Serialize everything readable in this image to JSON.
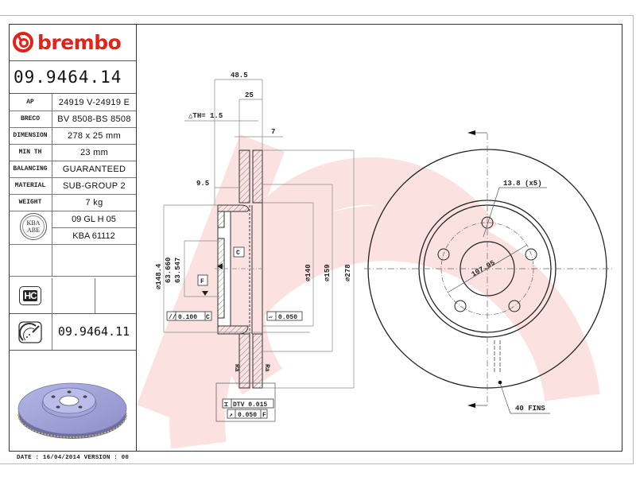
{
  "brand": {
    "name": "brembo",
    "color": "#e2231a"
  },
  "part_number": "09.9464.14",
  "specs": [
    {
      "label": "AP",
      "value": "24919 V-24919 E"
    },
    {
      "label": "BRECO",
      "value": "BV 8508-BS 8508"
    },
    {
      "label": "DIMENSION",
      "value": "278 x 25 mm"
    },
    {
      "label": "MIN TH",
      "value": "23 mm"
    },
    {
      "label": "BALANCING",
      "value": "GUARANTEED"
    },
    {
      "label": "MATERIAL",
      "value": "SUB-GROUP 2"
    },
    {
      "label": "WEIGHT",
      "value": "7 kg"
    }
  ],
  "approval": {
    "badge_top": "KBA",
    "badge_bottom": "ABE",
    "code1": "09 GL H 05",
    "code2": "KBA 61112"
  },
  "hc_badge": "HC",
  "alternative_part": "09.9464.11",
  "footer": "DATE : 16/04/2014 VERSION : 00",
  "drawing": {
    "section_dims": {
      "overall_height": "48.5",
      "thickness": "25",
      "delta_th": "△TH= 1.5",
      "vane": "7",
      "hat_offset": "9.5",
      "dia_hat": "⌀148.4",
      "bore_max": "63.660",
      "bore_min": "63.547",
      "dia_140": "⌀140",
      "dia_159": "⌀159",
      "dia_278": "⌀278",
      "datum_c": "C",
      "datum_f": "F"
    },
    "tolerances": {
      "parallelism": {
        "symbol": "//",
        "value": "0.100",
        "datum": "C"
      },
      "flatness": {
        "symbol": "▱",
        "value": "0.050"
      },
      "dtv": {
        "symbol": "⌶",
        "value": "DTV 0.015"
      },
      "runout": {
        "symbol": "↗",
        "value": "0.050",
        "datum": "F"
      },
      "roughness_left": "Ra",
      "roughness_right": "Ra"
    },
    "face_view": {
      "bolt_hole": "13.8 (x5)",
      "pcd": "107.95",
      "fins": "40 FINS"
    }
  }
}
